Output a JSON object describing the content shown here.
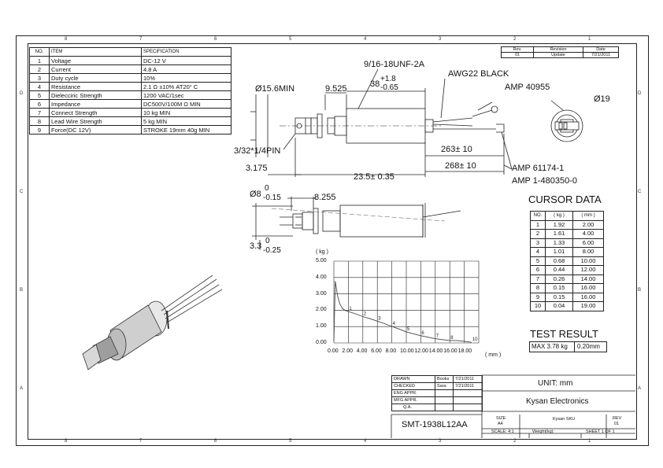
{
  "zones": {
    "top": [
      "8",
      "7",
      "6",
      "5",
      "4",
      "3",
      "2",
      "1"
    ],
    "bottom": [
      "8",
      "7",
      "6",
      "5",
      "4",
      "3",
      "2",
      "1"
    ],
    "left": [
      "D",
      "C",
      "B",
      "A"
    ],
    "right": [
      "D",
      "C",
      "B",
      "A"
    ]
  },
  "spec_table": {
    "header": [
      "NO.",
      "ITEM",
      "SPECIFICATION"
    ],
    "rows": [
      [
        "1",
        "Voltage",
        "DC-12 V"
      ],
      [
        "2",
        "Current",
        "4.8 A"
      ],
      [
        "3",
        "Duty cycle",
        "10%"
      ],
      [
        "4",
        "Resistance",
        "2.1 Ω ±10%   AT20° C"
      ],
      [
        "5",
        "Dielecciric Strength",
        "1200 VAC/1sec"
      ],
      [
        "6",
        "Impedance",
        "DC500V/100M Ω   MIN"
      ],
      [
        "7",
        "Connect Strength",
        "10 kg MIN"
      ],
      [
        "8",
        "Lead Wire Strength",
        "5 kg MIN"
      ],
      [
        "9",
        "Force(DC 12V)",
        "STROKE 19mm 40g MIN"
      ]
    ]
  },
  "revision": {
    "header": [
      "Rev.",
      "Revision",
      "Date"
    ],
    "row": [
      "01",
      "Update",
      "7/21/2011"
    ]
  },
  "dims": {
    "thread": "9/16-18UNF-2A",
    "wire": "AWG22  BLACK",
    "amp1": "AMP  40955",
    "d_min": "Ø15.6MIN",
    "d9525": "9.525",
    "d38": "38",
    "d38_up": "+1.8",
    "d38_dn": "-0.65",
    "d19": "Ø19",
    "pin": "3/32*1/4PIN",
    "d3175": "3.175",
    "d263": "263± 10",
    "d268": "268± 10",
    "d235": "23.5± 0.35",
    "amp2": "AMP  61174-1",
    "amp3": "AMP  1-480350-0",
    "d8": "Ø8",
    "d8_up": "0",
    "d8_dn": "-0.15",
    "d8255": "8.255",
    "d33": "3.3",
    "d33_up": "0",
    "d33_dn": "-0.25"
  },
  "cursor": {
    "title": "CURSOR  DATA",
    "header": [
      "NO.",
      "( kg )",
      "( mm )"
    ],
    "rows": [
      [
        "1",
        "1.92",
        "2.00"
      ],
      [
        "2",
        "1.61",
        "4.00"
      ],
      [
        "3",
        "1.33",
        "6.00"
      ],
      [
        "4",
        "1.01",
        "8.00"
      ],
      [
        "5",
        "0.68",
        "10.00"
      ],
      [
        "6",
        "0.44",
        "12.00"
      ],
      [
        "7",
        "0.26",
        "14.00"
      ],
      [
        "8",
        "0.15",
        "16.00"
      ],
      [
        "9",
        "0.15",
        "16.00"
      ],
      [
        "10",
        "0.04",
        "19.00"
      ]
    ]
  },
  "test": {
    "title": "TEST RESULT",
    "max": "MAX 3.78 kg",
    "mm": "0.20mm"
  },
  "chart_data": {
    "type": "line",
    "ylabel": "( kg )",
    "xlabel": "( mm )",
    "xlim": [
      0,
      20
    ],
    "ylim": [
      0,
      5
    ],
    "x_ticks": [
      "0.00",
      "2.00",
      "4.00",
      "6.00",
      "8.00",
      "10.00",
      "12.00",
      "14.00",
      "16.00",
      "18.00"
    ],
    "y_ticks": [
      "5.00",
      "4.00",
      "3.00",
      "2.00",
      "1.00",
      "0.00"
    ],
    "grid": true,
    "x": [
      0,
      0.2,
      0.5,
      0.8,
      1.2,
      1.6,
      2,
      3,
      4,
      5,
      6,
      7,
      8,
      9,
      10,
      11,
      12,
      13,
      14,
      15,
      16,
      17,
      18,
      19
    ],
    "y": [
      0.1,
      3.78,
      2.9,
      2.4,
      2.1,
      1.98,
      1.92,
      1.78,
      1.61,
      1.48,
      1.33,
      1.18,
      1.01,
      0.85,
      0.68,
      0.56,
      0.44,
      0.35,
      0.26,
      0.2,
      0.15,
      0.15,
      0.1,
      0.04
    ],
    "point_labels": [
      {
        "label": "1",
        "x": 2,
        "y": 1.92
      },
      {
        "label": "2",
        "x": 4,
        "y": 1.61
      },
      {
        "label": "3",
        "x": 6,
        "y": 1.33
      },
      {
        "label": "4",
        "x": 8,
        "y": 1.01
      },
      {
        "label": "5",
        "x": 10,
        "y": 0.68
      },
      {
        "label": "6",
        "x": 12,
        "y": 0.44
      },
      {
        "label": "7",
        "x": 14,
        "y": 0.26
      },
      {
        "label": "8",
        "x": 16,
        "y": 0.15
      },
      {
        "label": "10",
        "x": 19,
        "y": 0.04
      }
    ]
  },
  "title_block": {
    "drawn_label": "DRAWN",
    "drawn_by": "Books",
    "drawn_date": "7/21/2011",
    "checked_label": "CHECKED",
    "checked_by": "Sara",
    "checked_date": "7/21/2011",
    "eng_label": "ENG APPR.",
    "mfg_label": "MFG APPR.",
    "qa_label": "Q.A.",
    "unit": "UNIT: mm",
    "company": "Kysan Electronics",
    "part": "SMT-1938L12AA",
    "size_label": "SIZE",
    "size": "A4",
    "sku_label": "Kysan SKU",
    "rev_label": "REV",
    "rev": "01",
    "scale": "SCALE: 4:1",
    "weight": "Weight(kg):",
    "sheet": "SHEET 1 OF 1"
  }
}
